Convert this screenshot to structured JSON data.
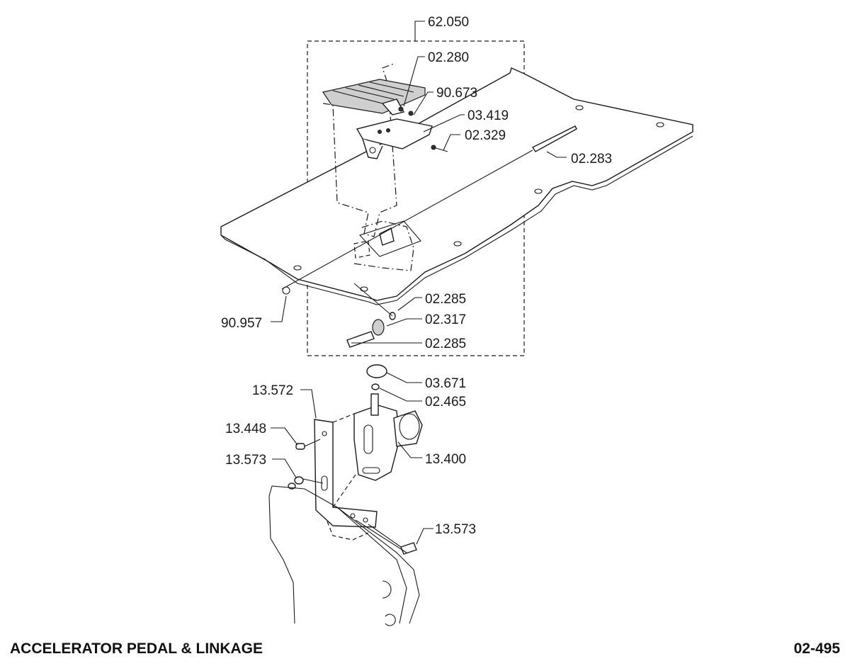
{
  "footer": {
    "title": "ACCELERATOR PEDAL & LINKAGE",
    "page": "02-495"
  },
  "callouts": [
    {
      "id": "c-62050",
      "label": "62.050"
    },
    {
      "id": "c-02280",
      "label": "02.280"
    },
    {
      "id": "c-90673",
      "label": "90.673"
    },
    {
      "id": "c-03419",
      "label": "03.419"
    },
    {
      "id": "c-02329",
      "label": "02.329"
    },
    {
      "id": "c-02283",
      "label": "02.283"
    },
    {
      "id": "c-90957",
      "label": "90.957"
    },
    {
      "id": "c-02285a",
      "label": "02.285"
    },
    {
      "id": "c-02317",
      "label": "02.317"
    },
    {
      "id": "c-02285b",
      "label": "02.285"
    },
    {
      "id": "c-03671",
      "label": "03.671"
    },
    {
      "id": "c-02465",
      "label": "02.465"
    },
    {
      "id": "c-13572",
      "label": "13.572"
    },
    {
      "id": "c-13448",
      "label": "13.448"
    },
    {
      "id": "c-13573a",
      "label": "13.573"
    },
    {
      "id": "c-13400",
      "label": "13.400"
    },
    {
      "id": "c-13573b",
      "label": "13.573"
    }
  ]
}
